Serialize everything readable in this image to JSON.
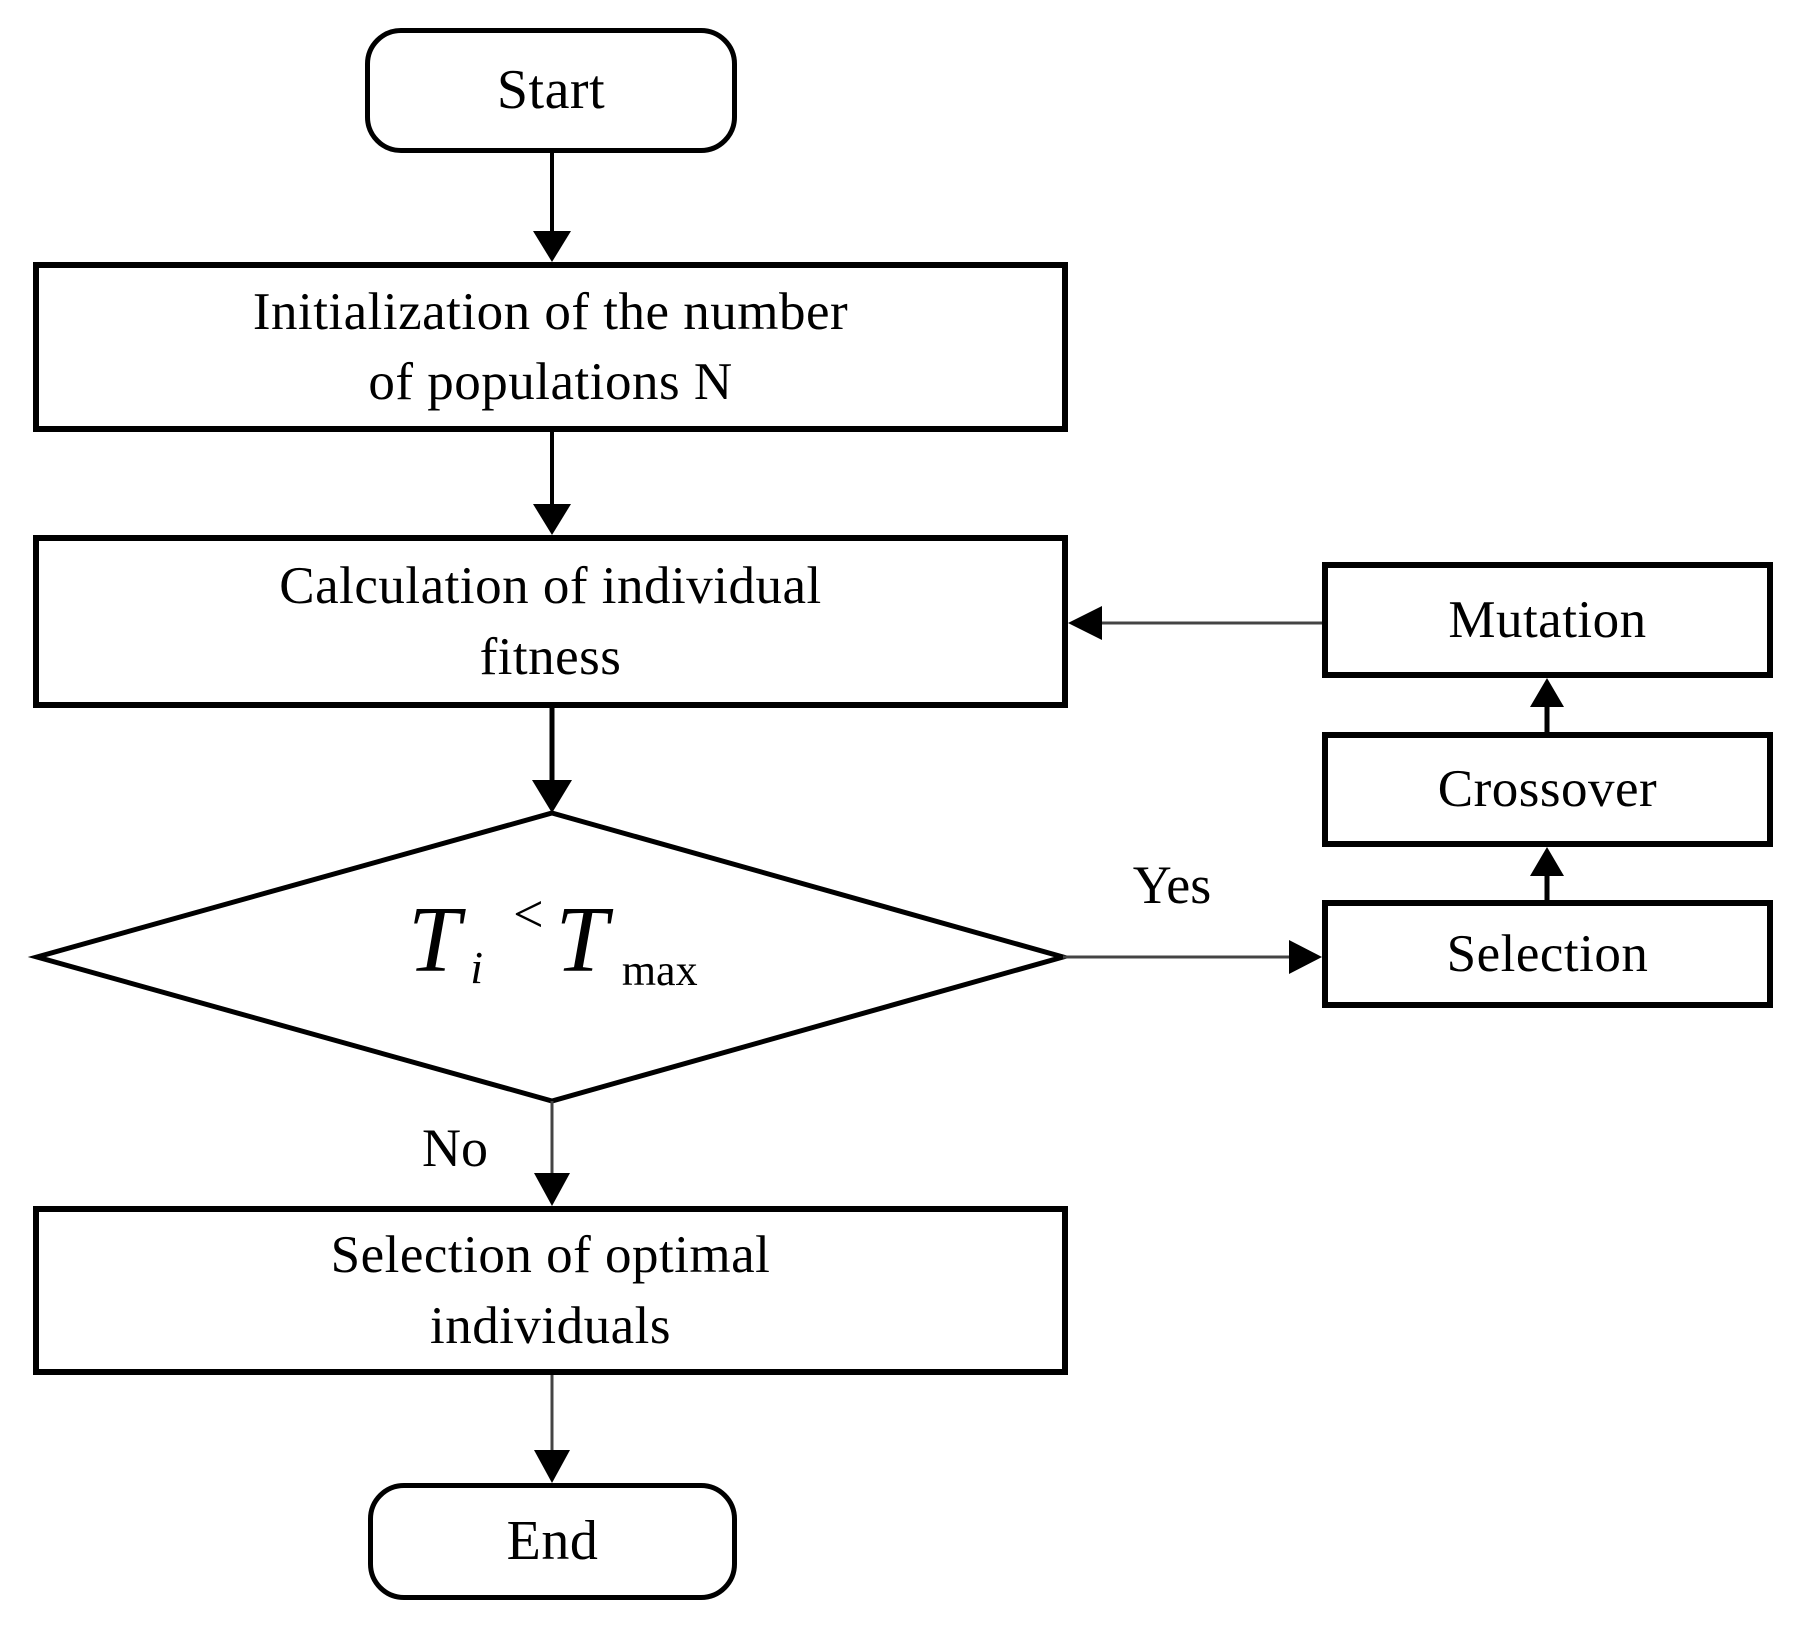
{
  "nodes": {
    "start": {
      "label": "Start"
    },
    "initialization": {
      "line1": "Initialization of the number",
      "line2": "of populations N"
    },
    "calculation": {
      "line1": "Calculation of individual",
      "line2": "fitness"
    },
    "decision": {
      "t1": "T",
      "sub_i": "i",
      "operator": "<",
      "t2": "T",
      "sub_max": "max"
    },
    "selection": {
      "label": "Selection"
    },
    "crossover": {
      "label": "Crossover"
    },
    "mutation": {
      "label": "Mutation"
    },
    "selection_optimal": {
      "line1": "Selection of optimal",
      "line2": "individuals"
    },
    "end": {
      "label": "End"
    }
  },
  "edges": {
    "yes_label": "Yes",
    "no_label": "No"
  },
  "colors": {
    "stroke": "#000000",
    "thin_shaft": "#444444",
    "background": "#ffffff"
  }
}
